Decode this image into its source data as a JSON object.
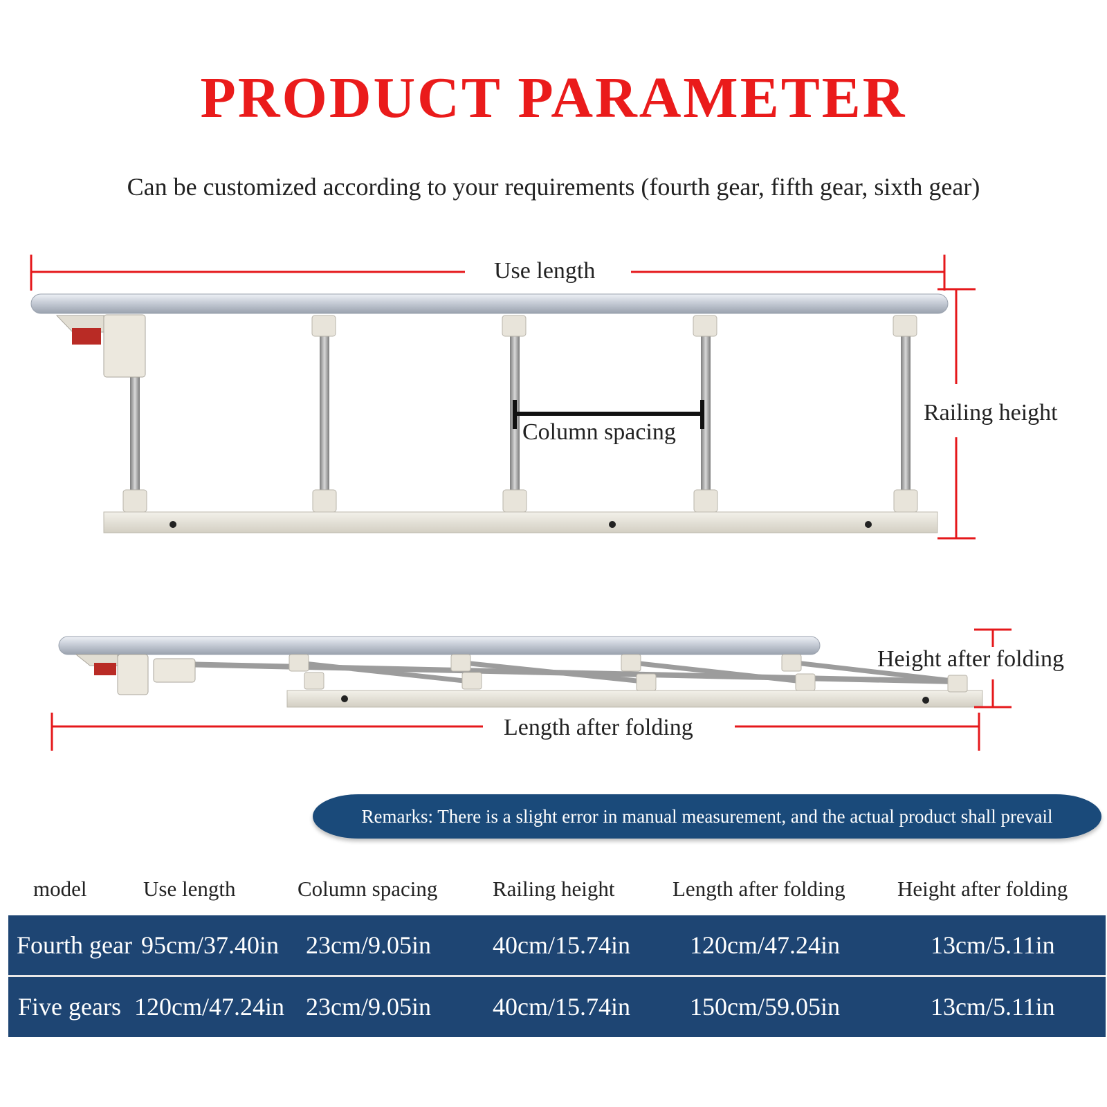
{
  "title": "PRODUCT PARAMETER",
  "subtitle": "Can be customized according to your requirements (fourth gear, fifth gear, sixth gear)",
  "diagram": {
    "use_length": "Use length",
    "column_spacing": "Column spacing",
    "railing_height": "Railing height",
    "height_after_folding": "Height after folding",
    "length_after_folding": "Length after folding",
    "dimension_color": "#e5181b",
    "rail_color": "#c9cfd8",
    "base_color": "#e6e2d6",
    "latch_color": "#b92b25"
  },
  "remarks": "Remarks: There is a slight error in manual measurement, and the actual product shall prevail",
  "table": {
    "headers": [
      "model",
      "Use length",
      "Column spacing",
      "Railing height",
      "Length after folding",
      "Height after folding"
    ],
    "rows": [
      [
        "Fourth gear",
        "95cm/37.40in",
        "23cm/9.05in",
        "40cm/15.74in",
        "120cm/47.24in",
        "13cm/5.11in"
      ],
      [
        "Five gears",
        "120cm/47.24in",
        "23cm/9.05in",
        "40cm/15.74in",
        "150cm/59.05in",
        "13cm/5.11in"
      ]
    ],
    "row_color": "#1e4573"
  }
}
